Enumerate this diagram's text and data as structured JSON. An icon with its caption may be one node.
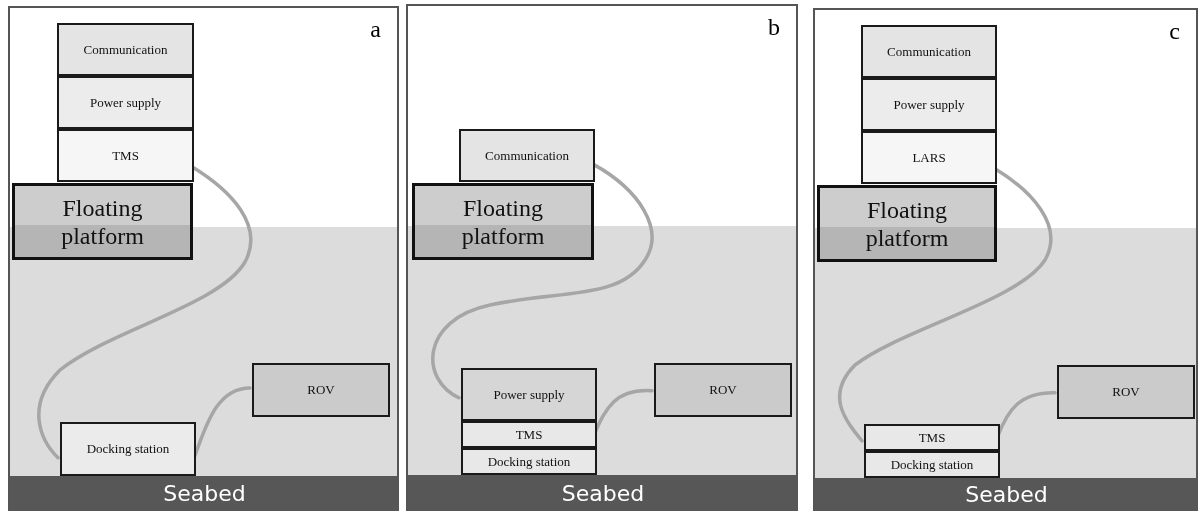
{
  "diagram": {
    "nodes": [
      {
        "text": [
          "a"
        ]
      },
      {
        "text": [
          "Communication"
        ],
        "in": 0
      },
      {
        "text": [
          "Power supply"
        ],
        "in": 0
      },
      {
        "text": [
          "TMS"
        ],
        "in": 0
      },
      {
        "text": [
          "Floating platform"
        ],
        "in": 0
      },
      {
        "text": [
          "ROV"
        ],
        "in": 0
      },
      {
        "text": [
          "Docking station"
        ],
        "in": 0
      },
      {
        "text": [
          "Seabed"
        ],
        "in": 0
      },
      {
        "text": [
          "b"
        ]
      },
      {
        "text": [
          "Communication"
        ],
        "in": 8
      },
      {
        "text": [
          "Floating platform"
        ],
        "in": 8
      },
      {
        "text": [
          "ROV"
        ],
        "in": 8
      },
      {
        "text": [
          "Power supply"
        ],
        "in": 8
      },
      {
        "text": [
          "TMS"
        ],
        "in": 8
      },
      {
        "text": [
          "Docking station"
        ],
        "in": 8
      },
      {
        "text": [
          "Seabed"
        ],
        "in": 8
      },
      {
        "text": [
          "c"
        ]
      },
      {
        "text": [
          "Communication"
        ],
        "in": 16
      },
      {
        "text": [
          "Power supply"
        ],
        "in": 16
      },
      {
        "text": [
          "LARS"
        ],
        "in": 16
      },
      {
        "text": [
          "Floating platform"
        ],
        "in": 16
      },
      {
        "text": [
          "ROV"
        ],
        "in": 16
      },
      {
        "text": [
          "TMS"
        ],
        "in": 16
      },
      {
        "text": [
          "Docking station"
        ],
        "in": 16
      },
      {
        "text": [
          "Seabed"
        ],
        "in": 16
      }
    ],
    "edges": [
      {
        "from": 3,
        "to": 6,
        "arrow": "none"
      },
      {
        "from": 6,
        "to": 5,
        "arrow": "none"
      },
      {
        "from": 9,
        "to": 12,
        "arrow": "none"
      },
      {
        "from": 13,
        "to": 11,
        "arrow": "none"
      },
      {
        "from": 19,
        "to": 22,
        "arrow": "none"
      },
      {
        "from": 22,
        "to": 21,
        "arrow": "none"
      }
    ]
  }
}
